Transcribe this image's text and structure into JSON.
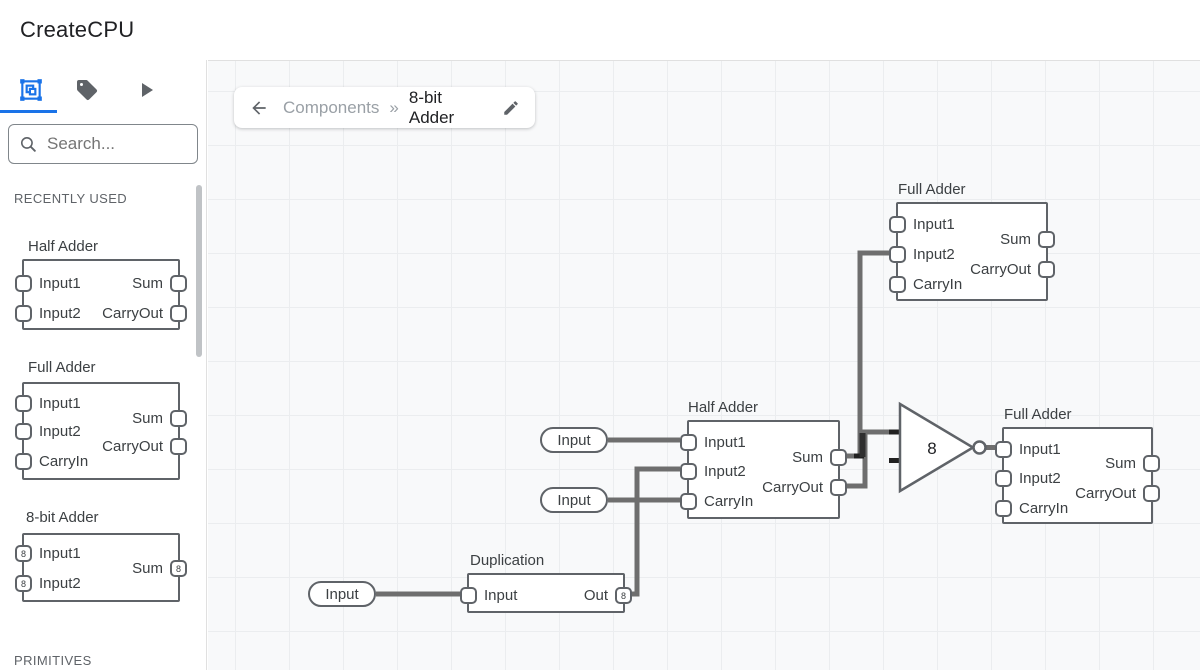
{
  "header": {
    "title": "CreateCPU"
  },
  "sidebar": {
    "tabs": {
      "components_icon": "frame-select-icon",
      "tag_icon": "tag-icon",
      "play_icon": "play-icon",
      "active_tab": "components"
    },
    "search": {
      "placeholder": "Search..."
    },
    "sections": {
      "recent": "RECENTLY USED",
      "primitives": "PRIMITIVES"
    },
    "cards": [
      {
        "title": "Half Adder",
        "ports": {
          "in1": "Input1",
          "in2": "Input2",
          "out1": "Sum",
          "out2": "CarryOut"
        }
      },
      {
        "title": "Full Adder",
        "ports": {
          "in1": "Input1",
          "in2": "Input2",
          "in3": "CarryIn",
          "out1": "Sum",
          "out2": "CarryOut"
        }
      },
      {
        "title": "8-bit Adder",
        "ports": {
          "in1": "Input1",
          "in2": "Input2",
          "out1": "Sum"
        },
        "bit_badge": "8"
      }
    ]
  },
  "breadcrumb": {
    "parent": "Components",
    "separator": "»",
    "current": "8-bit Adder"
  },
  "canvas": {
    "nodes": {
      "full_adder_top": {
        "title": "Full Adder",
        "ports": {
          "in1": "Input1",
          "in2": "Input2",
          "in3": "CarryIn",
          "out1": "Sum",
          "out2": "CarryOut"
        }
      },
      "half_adder": {
        "title": "Half Adder",
        "ports": {
          "in1": "Input1",
          "in2": "Input2",
          "in3": "CarryIn",
          "out1": "Sum",
          "out2": "CarryOut"
        }
      },
      "full_adder_right": {
        "title": "Full Adder",
        "ports": {
          "in1": "Input1",
          "in2": "Input2",
          "in3": "CarryIn",
          "out1": "Sum",
          "out2": "CarryOut"
        }
      },
      "duplication": {
        "title": "Duplication",
        "ports": {
          "in1": "Input",
          "out1": "Out"
        },
        "bit_badge": "8"
      }
    },
    "inputs": {
      "pill1": "Input",
      "pill2": "Input",
      "pill3": "Input"
    },
    "buffer": {
      "label": "8"
    }
  },
  "colors": {
    "accent": "#1a73e8",
    "icon_gray": "#5f6368",
    "wire": "#6e6e6e",
    "canvas_bg": "#f8f9fa"
  }
}
